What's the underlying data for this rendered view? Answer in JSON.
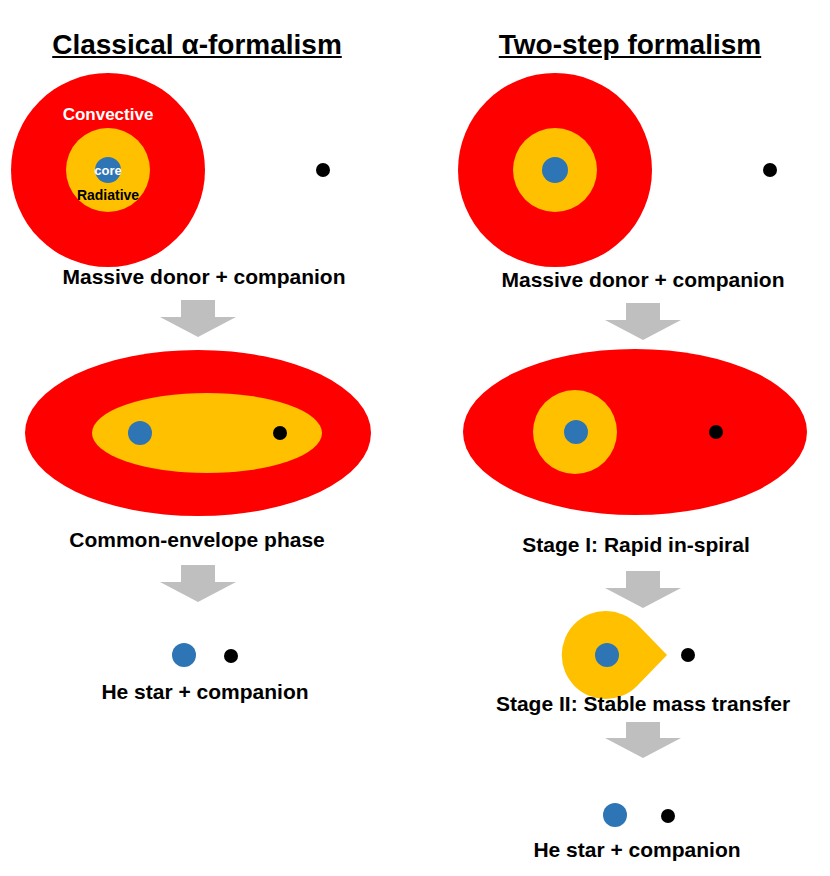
{
  "diagram": {
    "nodes": [
      {
        "text": [
          "Convective"
        ]
      },
      {
        "text": [
          "Radiative"
        ],
        "in": 0
      },
      {
        "text": [
          "core"
        ],
        "in": 1
      }
    ],
    "labels": [
      "Classical α-formalism",
      "Two-step formalism",
      "Massive donor + companion",
      "Common-envelope phase",
      "He star + companion",
      "Massive donor + companion",
      "Stage I: Rapid in-spiral",
      "Stage II: Stable mass transfer",
      "He star + companion"
    ]
  }
}
